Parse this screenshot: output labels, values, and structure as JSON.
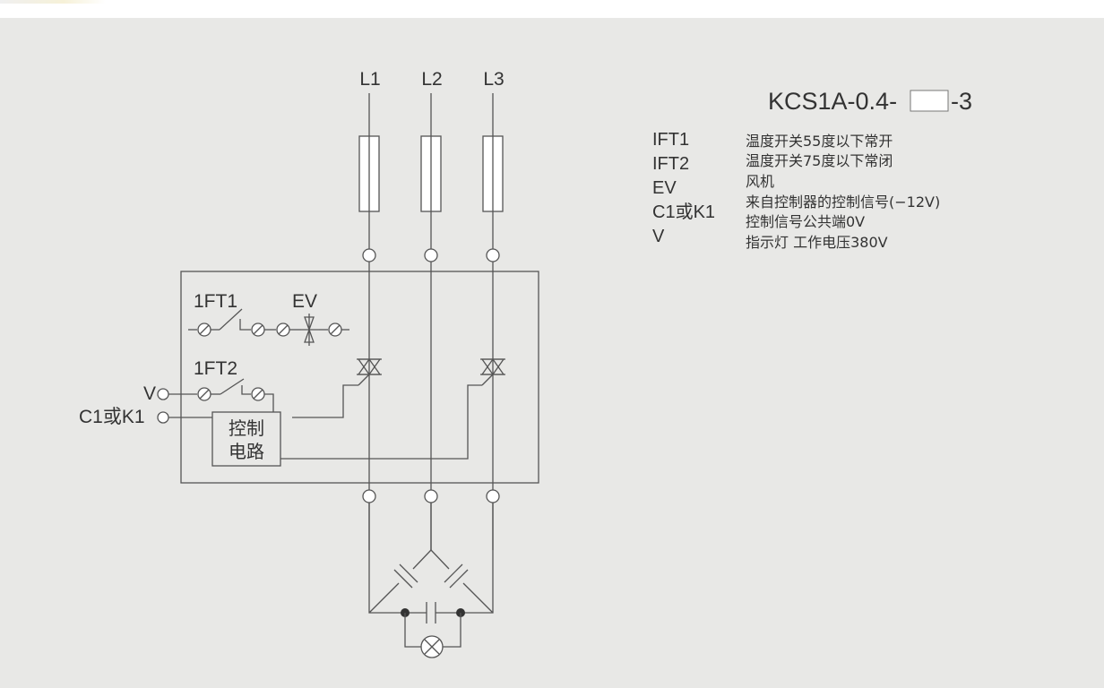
{
  "phase_labels": [
    "L1",
    "L2",
    "L3"
  ],
  "model": {
    "prefix": "KCS1A-0.4-",
    "suffix": "-3"
  },
  "legend": [
    {
      "code": "IFT1",
      "desc": "温度开关55度以下常开"
    },
    {
      "code": "IFT2",
      "desc": "温度开关75度以下常闭"
    },
    {
      "code": "EV",
      "desc": "风机"
    },
    {
      "code": "C1或K1",
      "desc": "来自控制器的控制信号(−12V)"
    },
    {
      "code": "",
      "desc": "控制信号公共端0V"
    },
    {
      "code": "V",
      "desc": "指示灯 工作电压380V"
    }
  ],
  "circuit": {
    "switch1_label": "1FT1",
    "fan_label": "EV",
    "switch2_label": "1FT2",
    "terminal_v": "V",
    "terminal_c1k1": "C1或K1",
    "control_box": [
      "控制",
      "电路"
    ]
  },
  "colors": {
    "background": "#e8e8e6",
    "line": "#555555",
    "text": "#333333",
    "terminal_fill": "#ffffff"
  }
}
